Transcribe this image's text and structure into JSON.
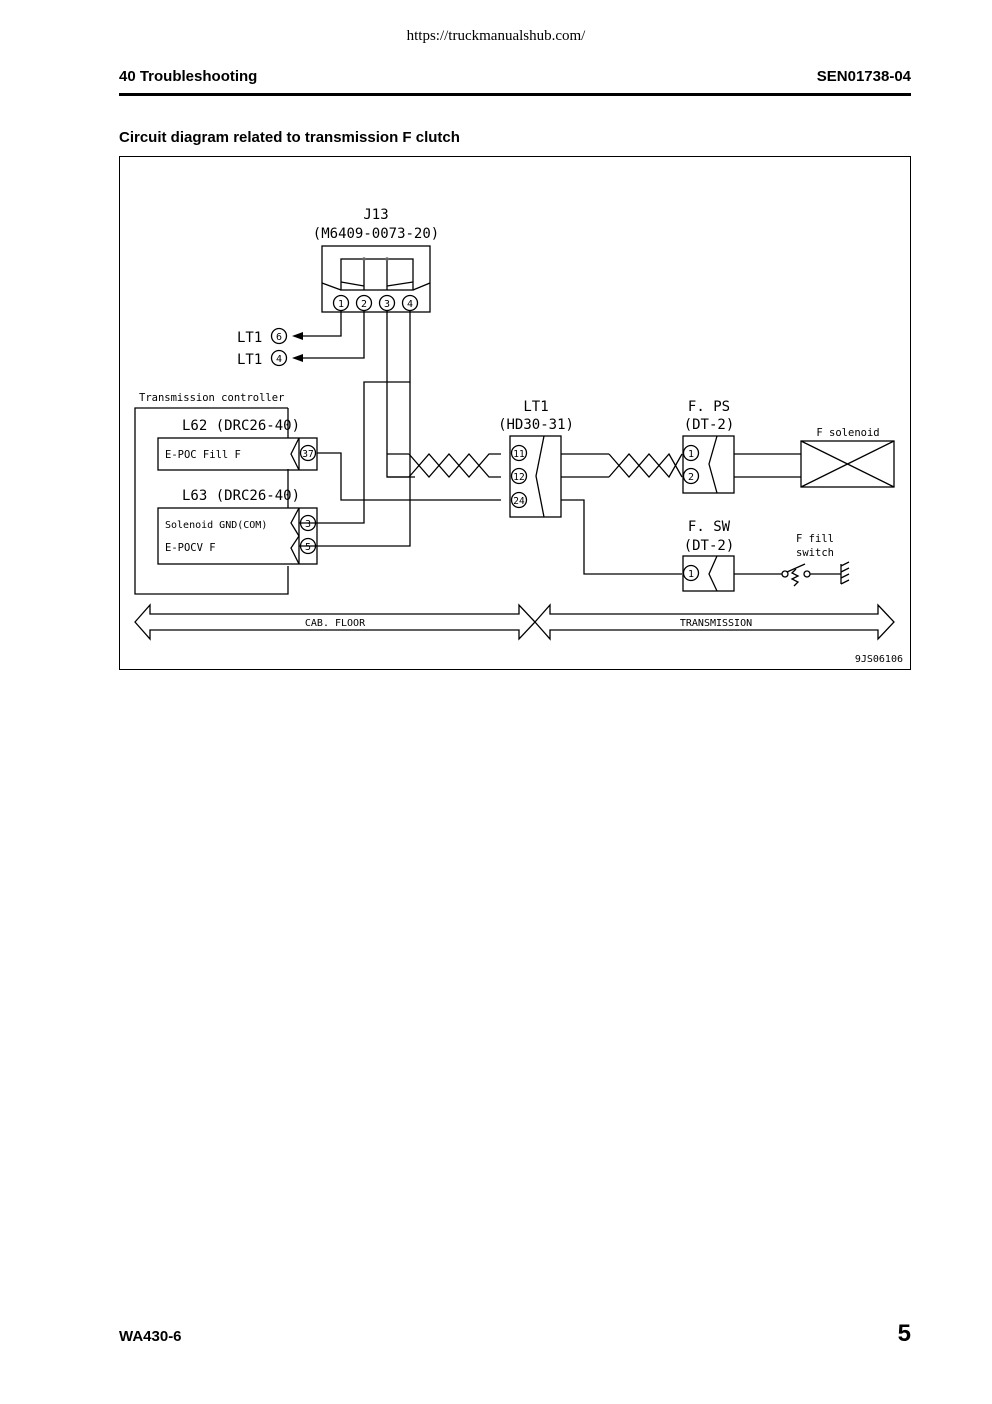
{
  "page": {
    "url": "https://truckmanualshub.com/",
    "section": "40 Troubleshooting",
    "doc_id": "SEN01738-04",
    "title": "Circuit diagram related to transmission F clutch",
    "model": "WA430-6",
    "page_number": "5"
  },
  "diagram": {
    "j13_name": "J13",
    "j13_part": "(M6409-0073-20)",
    "j13_pins": [
      "1",
      "2",
      "3",
      "4"
    ],
    "lt1_ref_a": "LT1",
    "lt1_ref_a_pin": "6",
    "lt1_ref_b": "LT1",
    "lt1_ref_b_pin": "4",
    "controller_label": "Transmission controller",
    "l62_name": "L62 (DRC26-40)",
    "l62_signal": "E-POC Fill F",
    "l62_pin": "37",
    "l63_name": "L63 (DRC26-40)",
    "l63_signal_1": "Solenoid GND(COM)",
    "l63_pin_1": "3",
    "l63_signal_2": "E-POCV F",
    "l63_pin_2": "5",
    "lt1_name": "LT1",
    "lt1_part": "(HD30-31)",
    "lt1_pins": [
      "11",
      "12",
      "24"
    ],
    "fps_name": "F. PS",
    "fps_part": "(DT-2)",
    "fps_pins": [
      "1",
      "2"
    ],
    "f_solenoid": "F solenoid",
    "fsw_name": "F. SW",
    "fsw_part": "(DT-2)",
    "fsw_pin": "1",
    "fill_switch_1": "F fill",
    "fill_switch_2": "switch",
    "zone_cab": "CAB. FLOOR",
    "zone_trans": "TRANSMISSION",
    "fig_code": "9JS06106"
  }
}
